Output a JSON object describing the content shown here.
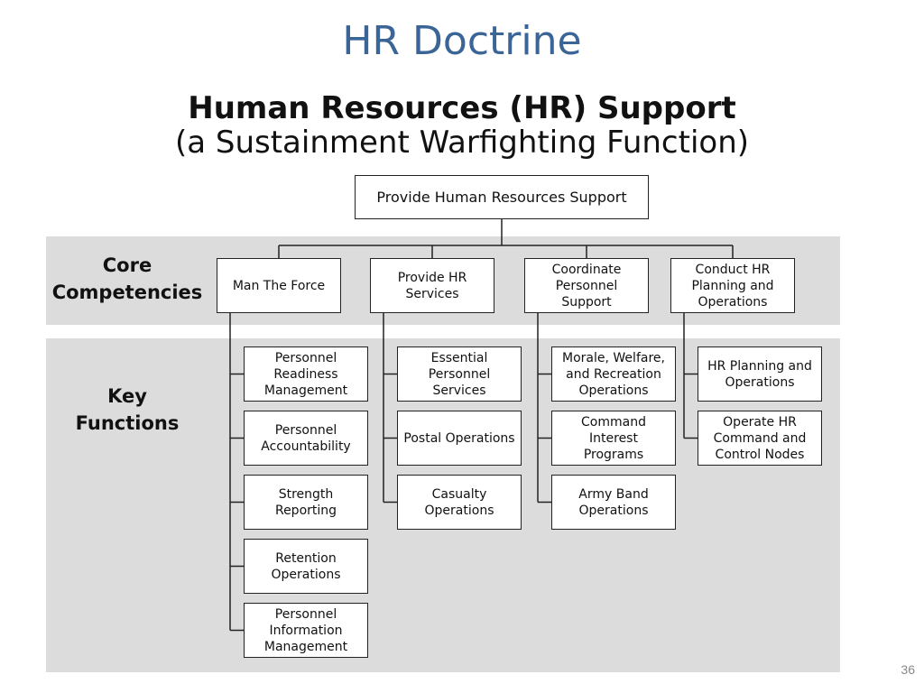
{
  "header": {
    "slide_title": "HR Doctrine",
    "main_title": "Human Resources (HR) Support",
    "sub_title": "(a Sustainment Warfighting Function)"
  },
  "colors": {
    "title_blue": "#3b6497",
    "band_gray": "#dcdcdc",
    "box_border": "#222222",
    "text": "#111111"
  },
  "bands": {
    "core_label": "Core\nCompetencies",
    "key_label": "Key\nFunctions"
  },
  "diagram": {
    "root": "Provide Human Resources Support",
    "competencies": [
      {
        "label": "Man The Force",
        "functions": [
          "Personnel\nReadiness\nManagement",
          "Personnel\nAccountability",
          "Strength\nReporting",
          "Retention\nOperations",
          "Personnel\nInformation\nManagement"
        ]
      },
      {
        "label": "Provide HR\nServices",
        "functions": [
          "Essential\nPersonnel\nServices",
          "Postal Operations",
          "Casualty\nOperations"
        ]
      },
      {
        "label": "Coordinate\nPersonnel Support",
        "functions": [
          "Morale, Welfare,\nand Recreation\nOperations",
          "Command Interest\nPrograms",
          "Army Band\nOperations"
        ]
      },
      {
        "label": "Conduct HR\nPlanning and\nOperations",
        "functions": [
          "HR Planning and\nOperations",
          "Operate HR\nCommand and\nControl Nodes"
        ]
      }
    ]
  },
  "footer": {
    "page_number": "36"
  }
}
